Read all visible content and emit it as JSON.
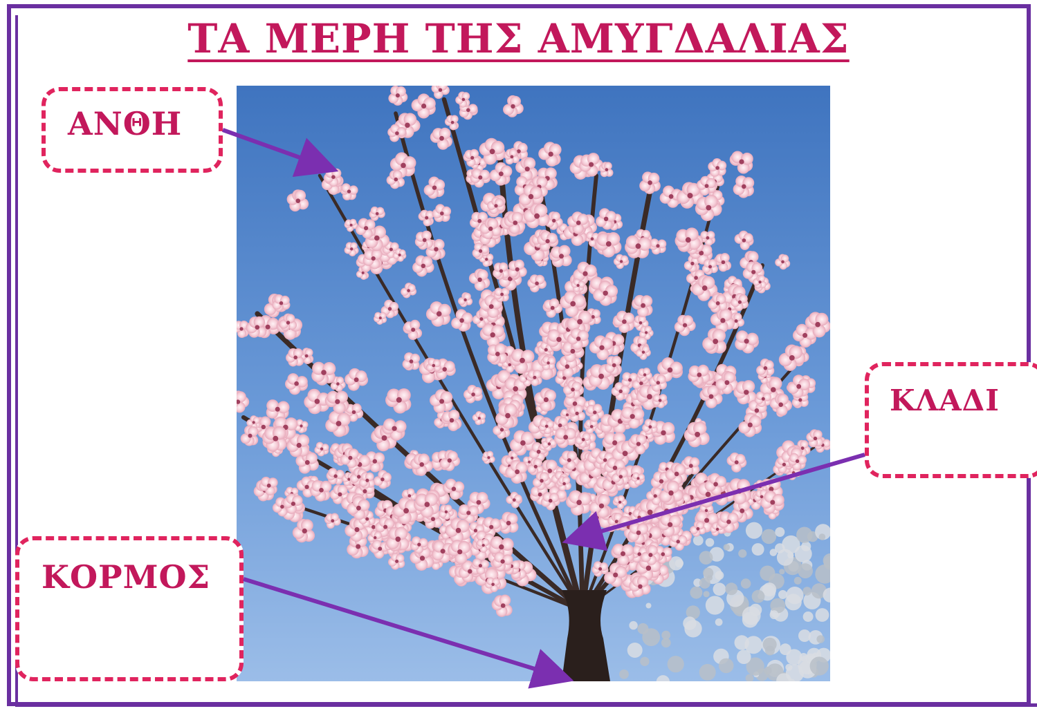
{
  "title": "ΤΑ ΜΕΡΗ ΤΗΣ ΑΜΥΓΔΑΛΙΑΣ",
  "labels": {
    "flowers": "ΑΝΘΗ",
    "branch": "ΚΛΑΔΙ",
    "trunk": "ΚΟΡΜΟΣ"
  },
  "colors": {
    "frame": "#6a2fa0",
    "title": "#c2185b",
    "label_border": "#e0245e",
    "arrow": "#7b2fb0",
    "sky": "#5b8ed0",
    "blossom": "#f4d3dc"
  },
  "photo": {
    "subject": "almond-tree-in-bloom"
  }
}
